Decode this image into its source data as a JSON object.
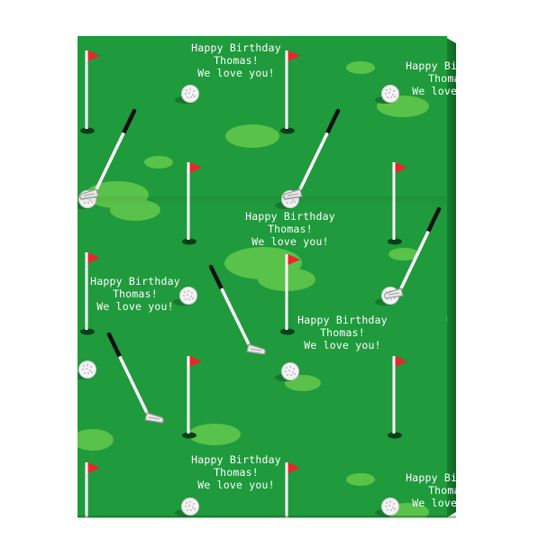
{
  "product": {
    "message_lines": [
      "Happy Birthday",
      "Thomas!",
      "We love you!"
    ]
  },
  "colors": {
    "paper_green": "#1f9a3c",
    "fairway_light": "#59c24a",
    "flag_red": "#e8262b",
    "pole_white": "#ffffff",
    "club_shaft": "#111111",
    "text_white": "#ffffff",
    "edge_dark": "#136d27"
  },
  "icons": [
    "golf-flag-icon",
    "golf-ball-icon",
    "golf-club-icon",
    "golf-hole-icon"
  ]
}
